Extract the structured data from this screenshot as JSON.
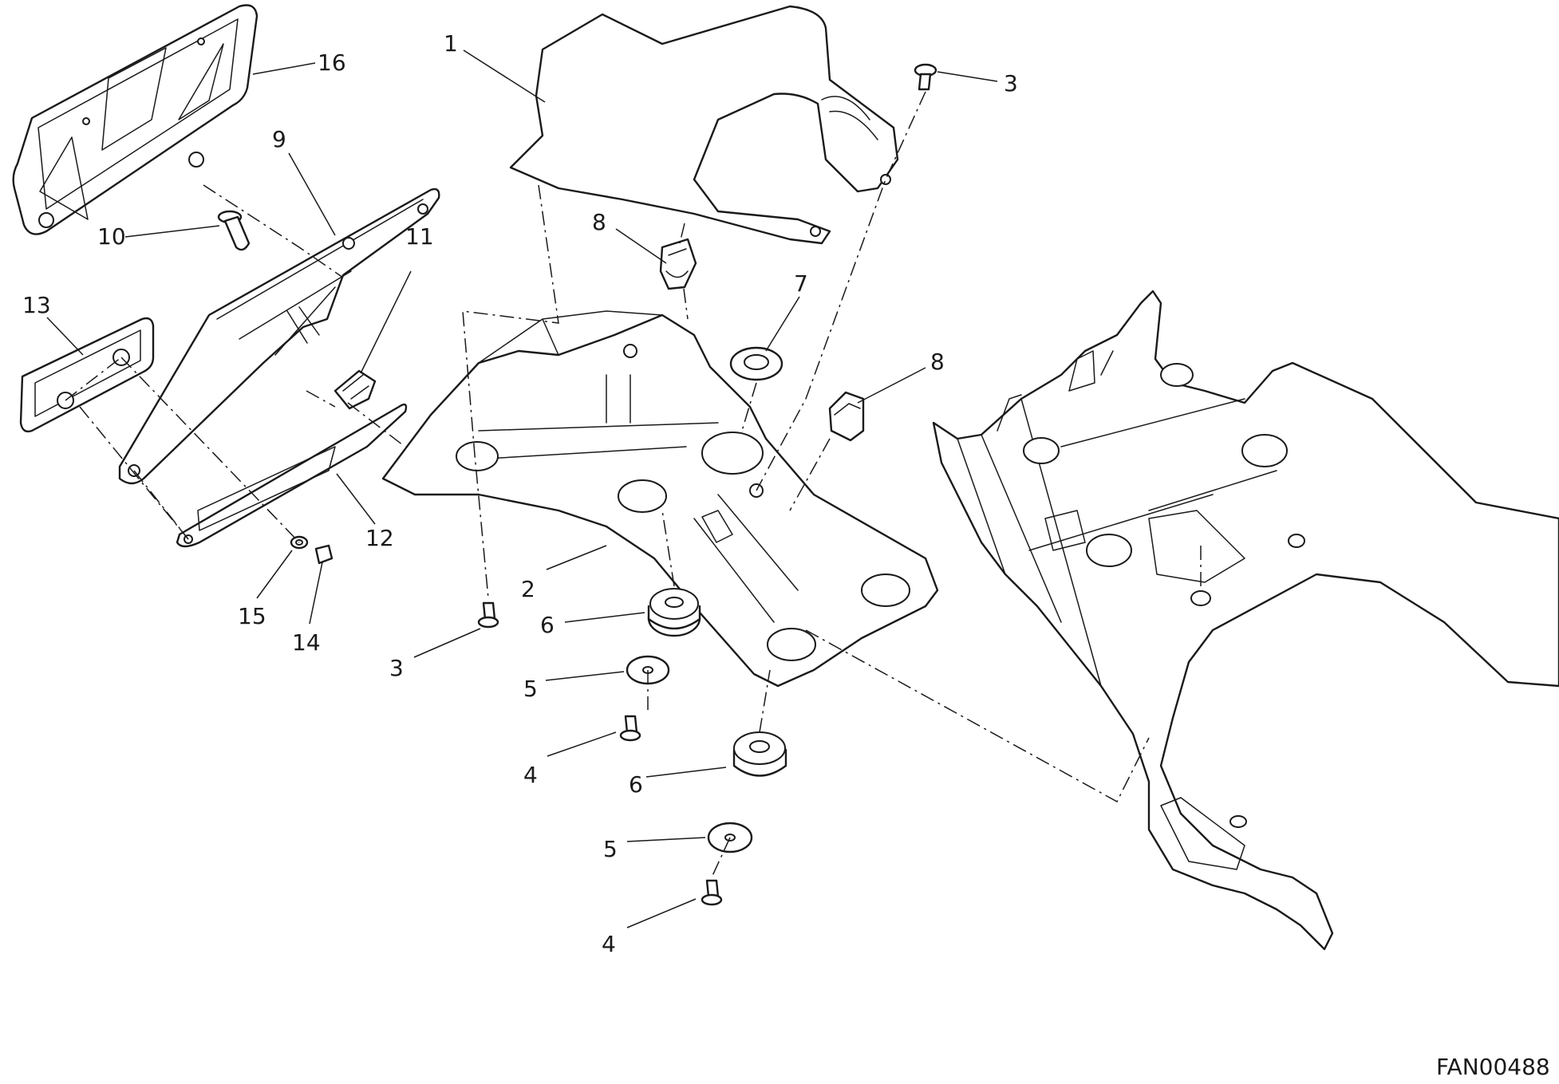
{
  "figure_code": "FAN00488",
  "callouts": [
    {
      "id": "c16",
      "label": "16"
    },
    {
      "id": "c1",
      "label": "1"
    },
    {
      "id": "c3a",
      "label": "3"
    },
    {
      "id": "c9",
      "label": "9"
    },
    {
      "id": "c10",
      "label": "10"
    },
    {
      "id": "c8a",
      "label": "8"
    },
    {
      "id": "c11",
      "label": "11"
    },
    {
      "id": "c13",
      "label": "13"
    },
    {
      "id": "c7",
      "label": "7"
    },
    {
      "id": "c8b",
      "label": "8"
    },
    {
      "id": "c12",
      "label": "12"
    },
    {
      "id": "c2",
      "label": "2"
    },
    {
      "id": "c15",
      "label": "15"
    },
    {
      "id": "c14",
      "label": "14"
    },
    {
      "id": "c6a",
      "label": "6"
    },
    {
      "id": "c3b",
      "label": "3"
    },
    {
      "id": "c5a",
      "label": "5"
    },
    {
      "id": "c4a",
      "label": "4"
    },
    {
      "id": "c6b",
      "label": "6"
    },
    {
      "id": "c5b",
      "label": "5"
    },
    {
      "id": "c4b",
      "label": "4"
    }
  ]
}
